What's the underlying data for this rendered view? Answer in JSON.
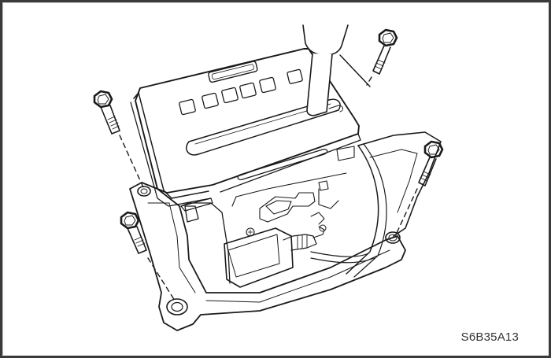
{
  "figure": {
    "code": "S6B35A13",
    "description": "Automatic transaxle shift control assembly with four mounting bolts removed",
    "parts": [
      {
        "name": "shift-lever"
      },
      {
        "name": "indicator-cover"
      },
      {
        "name": "shift-base"
      },
      {
        "name": "mounting-bolt",
        "count": 4
      },
      {
        "name": "solenoid-actuator"
      },
      {
        "name": "cable-bracket"
      }
    ],
    "colors": {
      "border": "#3a3a3a",
      "background": "#ffffff",
      "line": "#1a1a1a"
    }
  }
}
